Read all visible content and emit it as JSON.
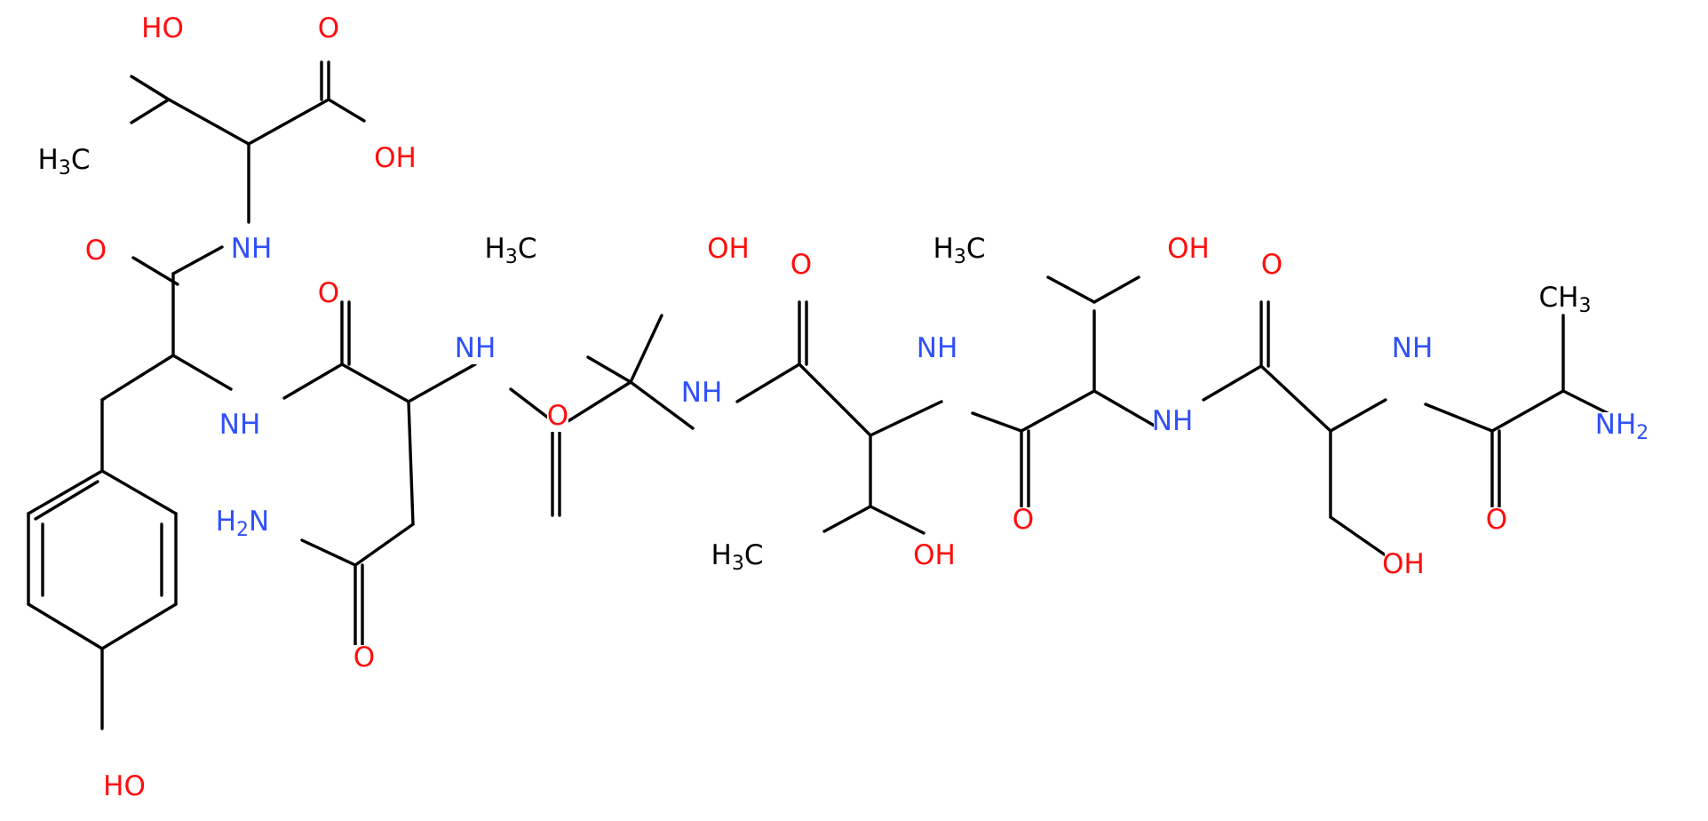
{
  "colors": {
    "O": "#ff0d0d",
    "N": "#3050f8",
    "C": "#000000",
    "bond": "#000000",
    "background": "#ffffff"
  },
  "atoms": [
    {
      "text": "HO",
      "type": "O"
    },
    {
      "text": "O",
      "type": "O"
    },
    {
      "text": "OH",
      "type": "O"
    },
    {
      "text": "H3C",
      "type": "C"
    },
    {
      "text": "O",
      "type": "O"
    },
    {
      "text": "NH",
      "type": "N"
    },
    {
      "text": "O",
      "type": "O"
    },
    {
      "text": "NH",
      "type": "N"
    },
    {
      "text": "H2N",
      "type": "N"
    },
    {
      "text": "O",
      "type": "O"
    },
    {
      "text": "NH",
      "type": "N"
    },
    {
      "text": "H3C",
      "type": "C"
    },
    {
      "text": "OH",
      "type": "O"
    },
    {
      "text": "O",
      "type": "O"
    },
    {
      "text": "NH",
      "type": "N"
    },
    {
      "text": "O",
      "type": "O"
    },
    {
      "text": "H3C",
      "type": "C"
    },
    {
      "text": "OH",
      "type": "O"
    },
    {
      "text": "NH",
      "type": "N"
    },
    {
      "text": "H3C",
      "type": "C"
    },
    {
      "text": "OH",
      "type": "O"
    },
    {
      "text": "O",
      "type": "O"
    },
    {
      "text": "NH",
      "type": "N"
    },
    {
      "text": "O",
      "type": "O"
    },
    {
      "text": "NH",
      "type": "N"
    },
    {
      "text": "OH",
      "type": "O"
    },
    {
      "text": "CH3",
      "type": "C"
    },
    {
      "text": "NH2",
      "type": "N"
    },
    {
      "text": "O",
      "type": "O"
    },
    {
      "text": "HO",
      "type": "O"
    }
  ]
}
